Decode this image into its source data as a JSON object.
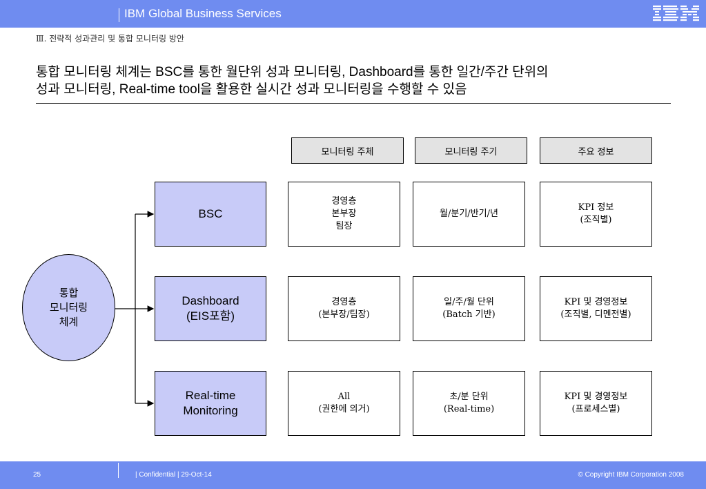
{
  "header": {
    "title": "IBM Global Business Services",
    "logo_text": "IBM"
  },
  "section_title": "Ⅲ. 전략적 성과관리 및 통합 모니터링 방안",
  "headline": {
    "line1": "통합 모니터링 체계는 BSC를 통한 월단위 성과 모니터링, Dashboard를 통한 일간/주간 단위의",
    "line2": "성과 모니터링, Real-time tool을 활용한 실시간 성과 모니터링을 수행할 수 있음"
  },
  "diagram": {
    "center": "통합\n모니터링\n체계",
    "columns": [
      "모니터링 주체",
      "모니터링 주기",
      "주요 정보"
    ],
    "rows": [
      {
        "label": "BSC",
        "subject": "경영층\n본부장\n팀장",
        "cycle": "월/분기/반기/년",
        "info": "KPI 정보\n(조직별)"
      },
      {
        "label": "Dashboard\n(EIS포함)",
        "subject": "경영층\n(본부장/팀장)",
        "cycle": "일/주/월 단위\n(Batch 기반)",
        "info": "KPI 및 경영정보\n(조직별, 디멘전별)"
      },
      {
        "label": "Real-time\nMonitoring",
        "subject": "All\n(권한에 의거)",
        "cycle": "초/분 단위\n(Real-time)",
        "info": "KPI 및 경영정보\n(프로세스별)"
      }
    ]
  },
  "colors": {
    "bar": "#6f8cf0",
    "box_fill": "#c8cbf8",
    "header_fill": "#e3e3e3"
  },
  "footer": {
    "page": "25",
    "confidential": "| Confidential  |  29-Oct-14",
    "copyright": "© Copyright IBM Corporation 2008"
  }
}
